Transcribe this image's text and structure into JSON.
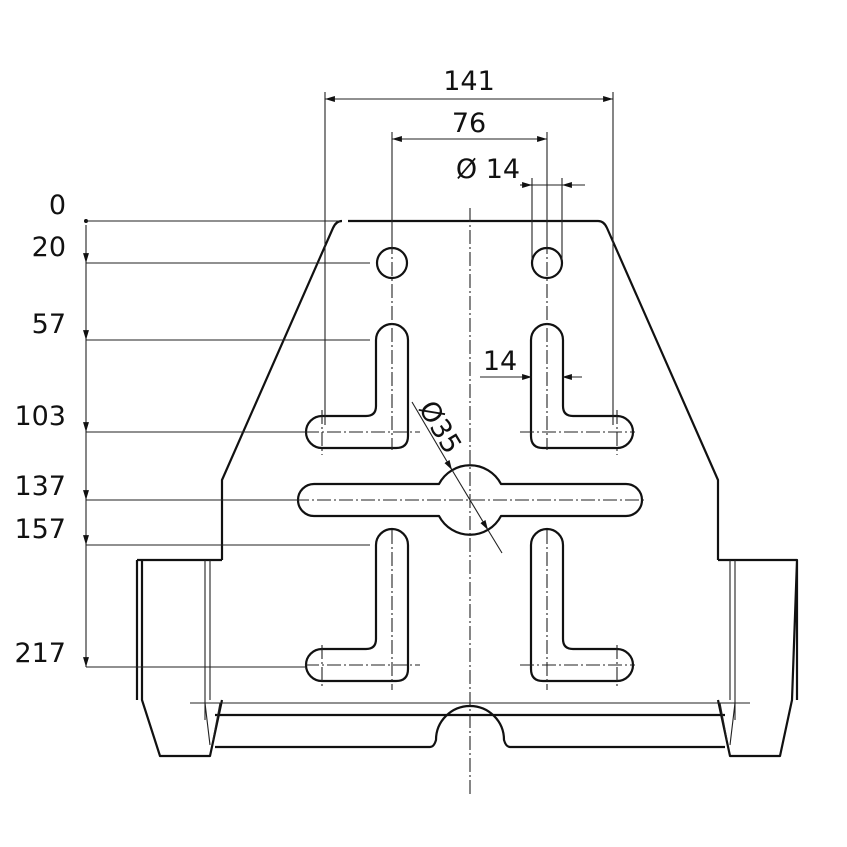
{
  "drawing": {
    "title": "Mounting plate with slots",
    "dimensions": {
      "overall_width": "141",
      "hole_spacing": "76",
      "hole_diameter": "Ø 14",
      "slot_width": "14",
      "center_hole_diameter": "Ø35"
    },
    "ordinates": [
      "0",
      "20",
      "57",
      "103",
      "137",
      "157",
      "217"
    ]
  }
}
